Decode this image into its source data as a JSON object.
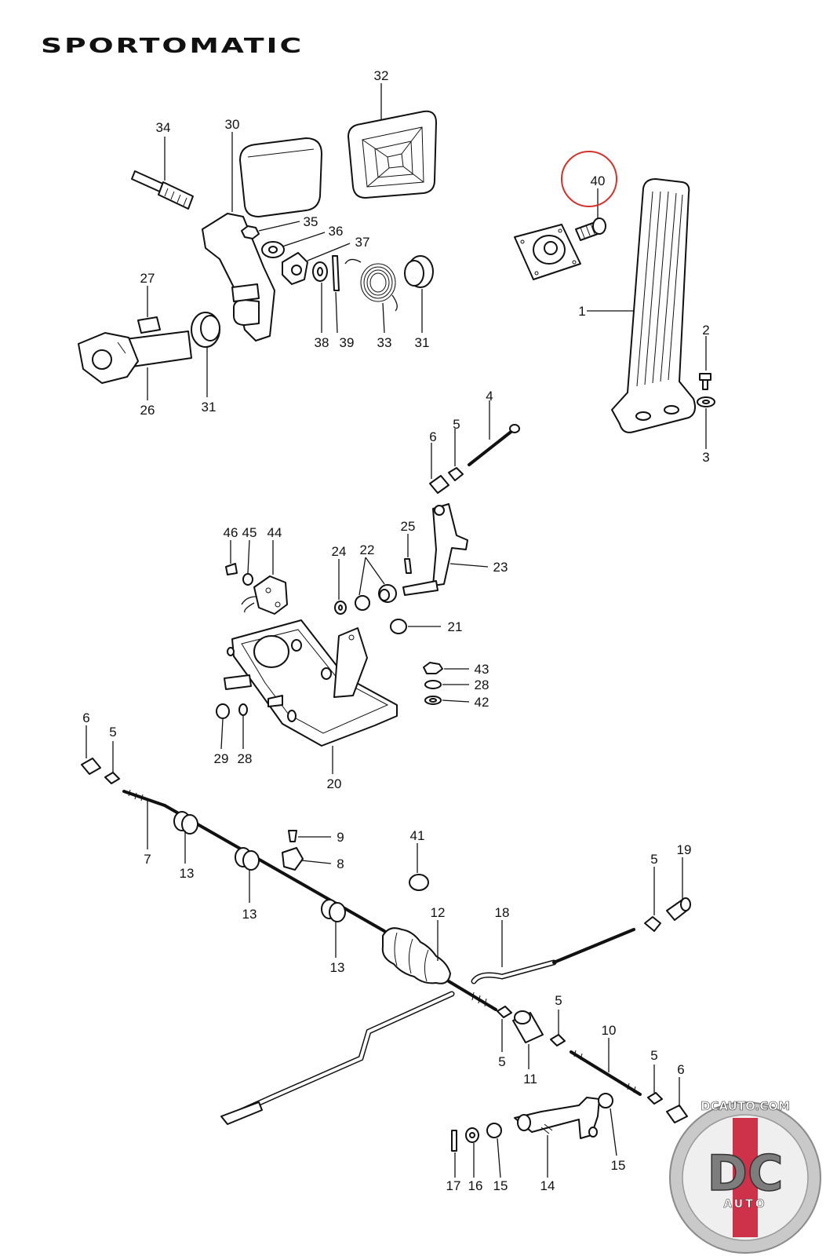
{
  "title": "SPORTOMATIC",
  "highlight_color": "#d0342c",
  "logo": {
    "text_top": "DCAUTO.COM",
    "text_mid": "DC",
    "text_bottom": "AUTO",
    "ring_color": "#c9c9c9",
    "accent_color": "#c8102e"
  },
  "callouts": [
    {
      "id": "c1",
      "label": "1"
    },
    {
      "id": "c2",
      "label": "2"
    },
    {
      "id": "c3",
      "label": "3"
    },
    {
      "id": "c4",
      "label": "4"
    },
    {
      "id": "c5a",
      "label": "5"
    },
    {
      "id": "c5b",
      "label": "5"
    },
    {
      "id": "c5c",
      "label": "5"
    },
    {
      "id": "c5d",
      "label": "5"
    },
    {
      "id": "c5e",
      "label": "5"
    },
    {
      "id": "c5f",
      "label": "5"
    },
    {
      "id": "c6a",
      "label": "6"
    },
    {
      "id": "c6b",
      "label": "6"
    },
    {
      "id": "c6c",
      "label": "6"
    },
    {
      "id": "c7",
      "label": "7"
    },
    {
      "id": "c8",
      "label": "8"
    },
    {
      "id": "c9",
      "label": "9"
    },
    {
      "id": "c10",
      "label": "10"
    },
    {
      "id": "c11",
      "label": "11"
    },
    {
      "id": "c12",
      "label": "12"
    },
    {
      "id": "c13a",
      "label": "13"
    },
    {
      "id": "c13b",
      "label": "13"
    },
    {
      "id": "c13c",
      "label": "13"
    },
    {
      "id": "c14",
      "label": "14"
    },
    {
      "id": "c15a",
      "label": "15"
    },
    {
      "id": "c15b",
      "label": "15"
    },
    {
      "id": "c16",
      "label": "16"
    },
    {
      "id": "c17",
      "label": "17"
    },
    {
      "id": "c18",
      "label": "18"
    },
    {
      "id": "c19",
      "label": "19"
    },
    {
      "id": "c20",
      "label": "20"
    },
    {
      "id": "c21",
      "label": "21"
    },
    {
      "id": "c22",
      "label": "22"
    },
    {
      "id": "c23",
      "label": "23"
    },
    {
      "id": "c24",
      "label": "24"
    },
    {
      "id": "c25",
      "label": "25"
    },
    {
      "id": "c26",
      "label": "26"
    },
    {
      "id": "c27",
      "label": "27"
    },
    {
      "id": "c28a",
      "label": "28"
    },
    {
      "id": "c28b",
      "label": "28"
    },
    {
      "id": "c29",
      "label": "29"
    },
    {
      "id": "c30",
      "label": "30"
    },
    {
      "id": "c31a",
      "label": "31"
    },
    {
      "id": "c31b",
      "label": "31"
    },
    {
      "id": "c32",
      "label": "32"
    },
    {
      "id": "c33",
      "label": "33"
    },
    {
      "id": "c34",
      "label": "34"
    },
    {
      "id": "c35",
      "label": "35"
    },
    {
      "id": "c36",
      "label": "36"
    },
    {
      "id": "c37",
      "label": "37"
    },
    {
      "id": "c38",
      "label": "38"
    },
    {
      "id": "c39",
      "label": "39"
    },
    {
      "id": "c40",
      "label": "40"
    },
    {
      "id": "c41",
      "label": "41"
    },
    {
      "id": "c42",
      "label": "42"
    },
    {
      "id": "c43",
      "label": "43"
    },
    {
      "id": "c44",
      "label": "44"
    },
    {
      "id": "c45",
      "label": "45"
    },
    {
      "id": "c46",
      "label": "46"
    }
  ]
}
